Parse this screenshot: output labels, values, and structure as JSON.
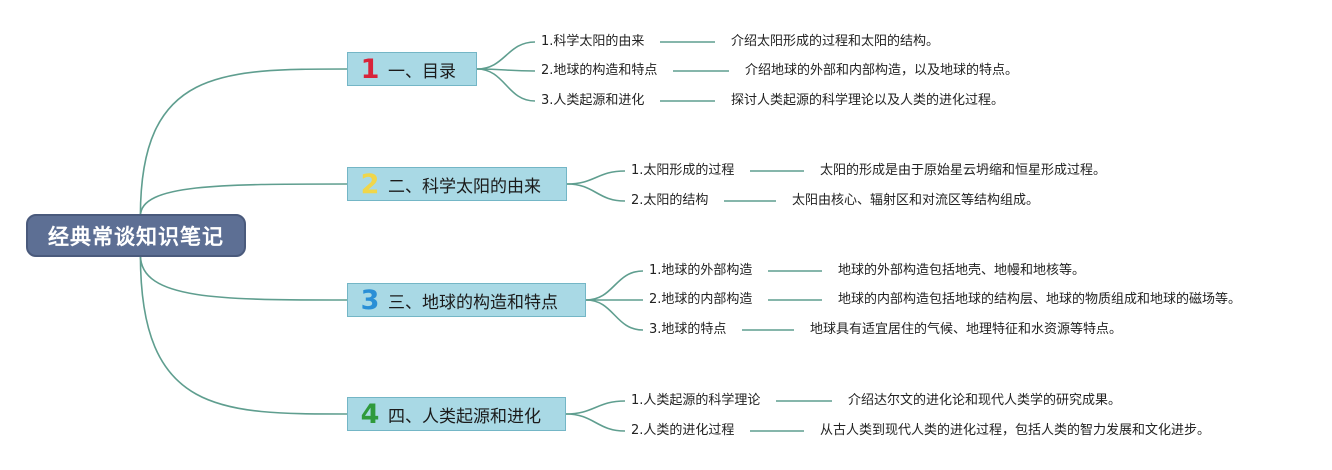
{
  "root": {
    "title": "经典常谈知识笔记"
  },
  "colors": {
    "connector": "#5f9e8f",
    "root_fill": "#5d6f94",
    "branch_fill": "#a9d9e5"
  },
  "branches": [
    {
      "number": "1",
      "number_color": "#d8233a",
      "label": "一、目录",
      "items": [
        {
          "title": "1.科学太阳的由来",
          "desc": "介绍太阳形成的过程和太阳的结构。"
        },
        {
          "title": "2.地球的构造和特点",
          "desc": "介绍地球的外部和内部构造，以及地球的特点。"
        },
        {
          "title": "3.人类起源和进化",
          "desc": "探讨人类起源的科学理论以及人类的进化过程。"
        }
      ]
    },
    {
      "number": "2",
      "number_color": "#f0d64a",
      "label": "二、科学太阳的由来",
      "items": [
        {
          "title": "1.太阳形成的过程",
          "desc": "太阳的形成是由于原始星云坍缩和恒星形成过程。"
        },
        {
          "title": "2.太阳的结构",
          "desc": "太阳由核心、辐射区和对流区等结构组成。"
        }
      ]
    },
    {
      "number": "3",
      "number_color": "#2a8fd6",
      "label": "三、地球的构造和特点",
      "items": [
        {
          "title": "1.地球的外部构造",
          "desc": "地球的外部构造包括地壳、地幔和地核等。"
        },
        {
          "title": "2.地球的内部构造",
          "desc": "地球的内部构造包括地球的结构层、地球的物质组成和地球的磁场等。"
        },
        {
          "title": "3.地球的特点",
          "desc": "地球具有适宜居住的气候、地理特征和水资源等特点。"
        }
      ]
    },
    {
      "number": "4",
      "number_color": "#2f9a3c",
      "label": "四、人类起源和进化",
      "items": [
        {
          "title": "1.人类起源的科学理论",
          "desc": "介绍达尔文的进化论和现代人类学的研究成果。"
        },
        {
          "title": "2.人类的进化过程",
          "desc": "从古人类到现代人类的进化过程，包括人类的智力发展和文化进步。"
        }
      ]
    }
  ]
}
